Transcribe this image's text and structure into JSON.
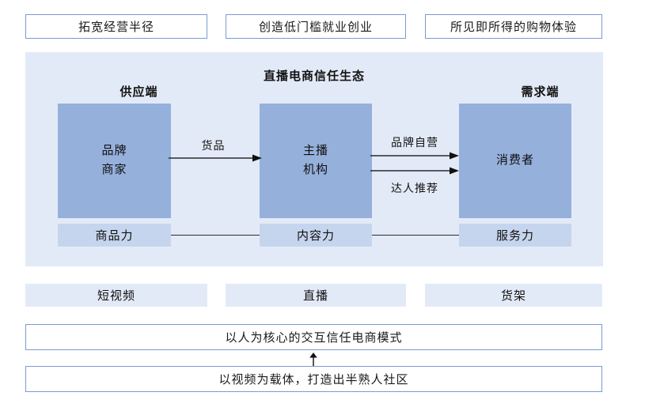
{
  "diagram": {
    "title": "直播电商信任生态",
    "top_banners": [
      {
        "label": "拓宽经营半径"
      },
      {
        "label": "创造低门槛就业创业"
      },
      {
        "label": "所见即所得的购物体验"
      }
    ],
    "side_labels": {
      "supply": "供应端",
      "demand": "需求端"
    },
    "nodes": [
      {
        "id": "brand",
        "line1": "品牌",
        "line2": "商家"
      },
      {
        "id": "anchor",
        "line1": "主播",
        "line2": "机构"
      },
      {
        "id": "consumer",
        "line1": "消费者",
        "line2": ""
      }
    ],
    "flows": [
      {
        "id": "goods",
        "label": "货品",
        "from": "brand",
        "to": "anchor"
      },
      {
        "id": "brand-self-operated",
        "label": "品牌自营",
        "from": "anchor",
        "to": "consumer"
      },
      {
        "id": "influencer-recommend",
        "label": "达人推荐",
        "from": "anchor",
        "to": "consumer"
      }
    ],
    "capabilities": [
      {
        "label": "商品力"
      },
      {
        "label": "内容力"
      },
      {
        "label": "服务力"
      }
    ],
    "channels": [
      {
        "label": "短视频"
      },
      {
        "label": "直播"
      },
      {
        "label": "货架"
      }
    ],
    "statements": [
      {
        "label": "以人为核心的交互信任电商模式"
      },
      {
        "label": "以视频为载体，打造出半熟人社区"
      }
    ],
    "colors": {
      "panel_bg": "#E3EAF7",
      "node_fill": "#95B0DB",
      "capability_fill": "#C6D5EE",
      "box_border": "#7B9BD0",
      "line": "#2b2b2b"
    }
  }
}
